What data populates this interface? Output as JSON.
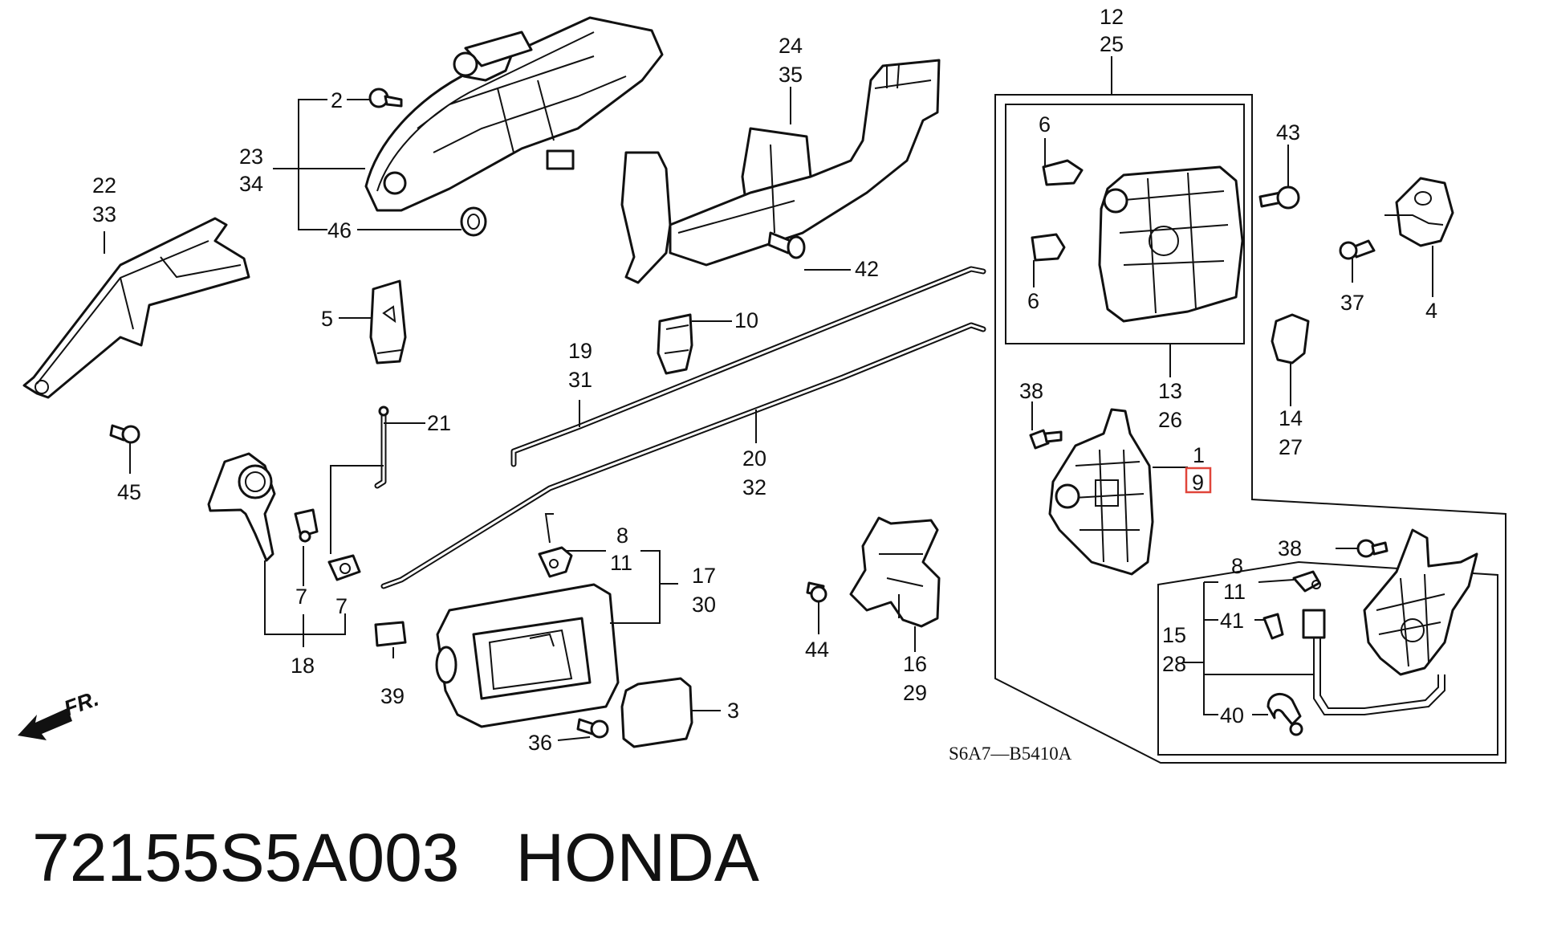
{
  "labels": {
    "l2": "2",
    "l23": "23",
    "l34": "34",
    "l46": "46",
    "l22": "22",
    "l33": "33",
    "l24": "24",
    "l35": "35",
    "l42": "42",
    "l5": "5",
    "l10": "10",
    "l19": "19",
    "l31": "31",
    "l21": "21",
    "l45": "45",
    "l20": "20",
    "l32": "32",
    "l7a": "7",
    "l7b": "7",
    "l18": "18",
    "l8a": "8",
    "l11a": "11",
    "l17": "17",
    "l30": "30",
    "l39": "39",
    "l3": "3",
    "l36": "36",
    "l44": "44",
    "l16": "16",
    "l29": "29",
    "l12": "12",
    "l25": "25",
    "l6a": "6",
    "l6b": "6",
    "l13": "13",
    "l26": "26",
    "l38a": "38",
    "l1": "1",
    "l9": "9",
    "l43": "43",
    "l37": "37",
    "l4": "4",
    "l14": "14",
    "l27": "27",
    "l38b": "38",
    "l8b": "8",
    "l11b": "11",
    "l15": "15",
    "l28": "28",
    "l41": "41",
    "l40": "40"
  },
  "fr_label": "FR.",
  "diagram_code": "S6A7—B5410A",
  "caption": "72155S5A003   HONDA",
  "highlight_color": "#e0453a"
}
